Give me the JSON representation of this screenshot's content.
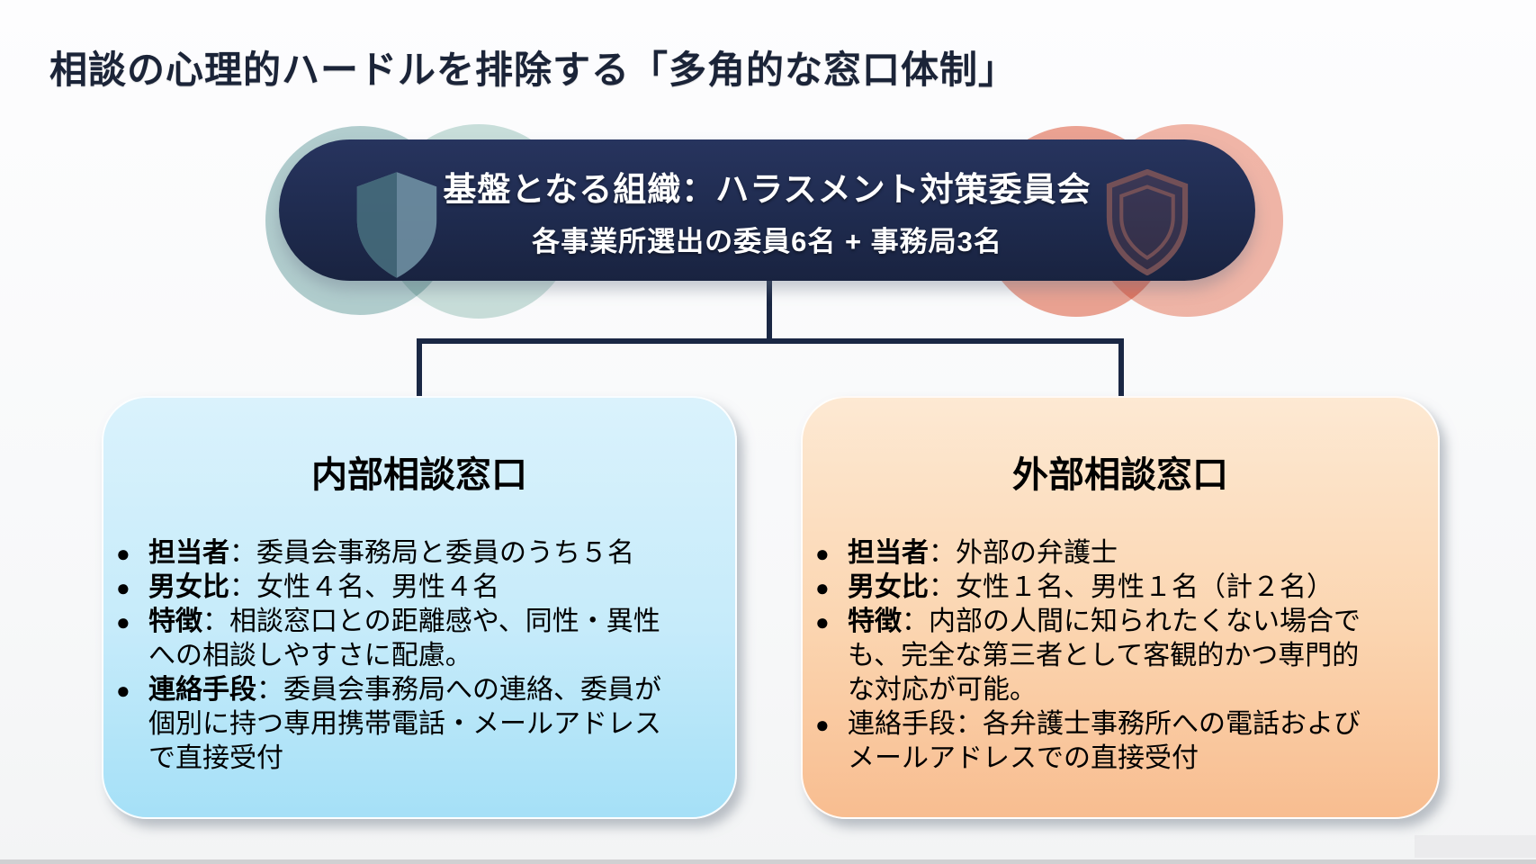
{
  "title": "相談の心理的ハードルを排除する「多角的な窓口体制」",
  "banner": {
    "line1": "基盤となる組織：ハラスメント対策委員会",
    "line2": "各事業所選出の委員6名 + 事務局3名"
  },
  "bullet_char": "●",
  "internal_box": {
    "title": "内部相談窓口",
    "bullets": [
      {
        "label": "担当者",
        "text": "：委員会事務局と委員のうち５名"
      },
      {
        "label": "男女比",
        "text": "：女性４名、男性４名"
      },
      {
        "label": "特徴",
        "text": "：相談窓口との距離感や、同性・異性への相談しやすさに配慮。"
      },
      {
        "label": "連絡手段",
        "text": "：委員会事務局への連絡、委員が個別に持つ専用携帯電話・メールアドレスで直接受付"
      }
    ]
  },
  "external_box": {
    "title": "外部相談窓口",
    "bullets": [
      {
        "label": "担当者",
        "text": "：外部の弁護士"
      },
      {
        "label": "男女比",
        "text": "：女性１名、男性１名（計２名）"
      },
      {
        "label": "特徴",
        "text": "：内部の人間に知られたくない場合でも、完全な第三者として客観的かつ専門的な対応が可能。"
      },
      {
        "label": "連絡手段",
        "text": "：各弁護士事務所への電話およびメールアドレスでの直接受付"
      }
    ]
  },
  "icons": {
    "left": "shield-icon",
    "right": "shield-outline-icon"
  },
  "colors": {
    "banner_navy": "#1e2a4d",
    "connector_line": "#1a2744",
    "title_text": "#1b2438",
    "internal_box_top": "#daf2fc",
    "internal_box_bottom": "#a5e0f7",
    "external_box_top": "#fde9d3",
    "external_box_bottom": "#f8bd90",
    "teal_circle": "#a7c8c8",
    "teal_circle_light": "#c6ded9",
    "salmon_circle": "#eb9480",
    "salmon_circle_light": "#f1ab99"
  }
}
